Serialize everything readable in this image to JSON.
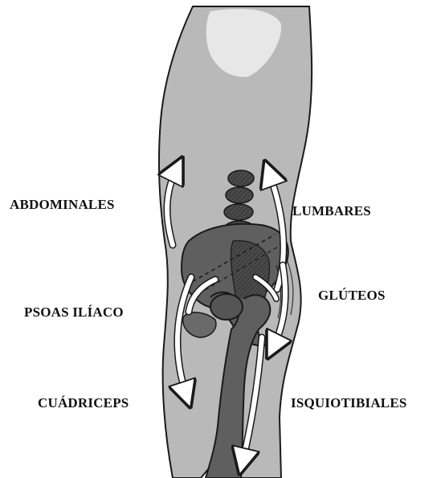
{
  "labels": {
    "abdominales": "ABDOMINALES",
    "lumbares": "LUMBARES",
    "gluteos": "GLÚTEOS",
    "psoas": "PSOAS ILÍACO",
    "cuadriceps": "CUÁDRICEPS",
    "isquiotibiales": "ISQUIOTIBIALES"
  },
  "colors": {
    "body": "#b9b9b9",
    "outline": "#1a1a1a",
    "bone": "#5f5f5f",
    "bone_dark": "#3a3a3a",
    "arrow": "#ffffff",
    "highlight": "#eeeeee"
  }
}
